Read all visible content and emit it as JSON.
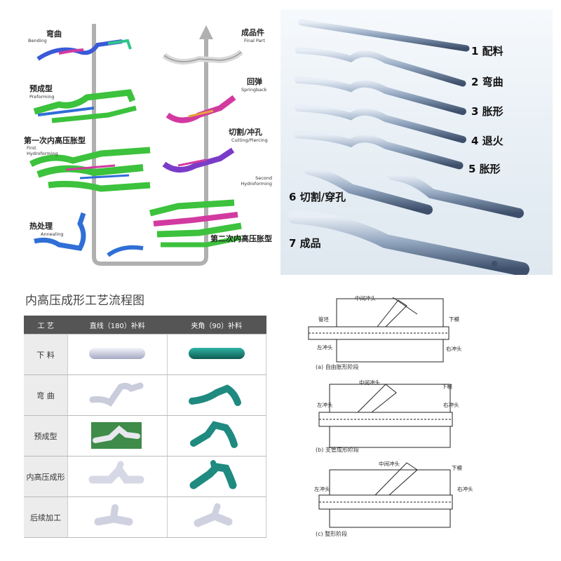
{
  "top_left": {
    "left_steps": [
      {
        "zh": "弯曲",
        "en": "Bending"
      },
      {
        "zh": "预成型",
        "en": "Preforming"
      },
      {
        "zh": "第一次内高压胀型",
        "en": "First Hydroforming"
      },
      {
        "zh": "热处理",
        "en": "Annealing"
      }
    ],
    "right_steps": [
      {
        "zh": "成品件",
        "en": "Final Part"
      },
      {
        "zh": "回弹",
        "en": "Springback"
      },
      {
        "zh": "切割/冲孔",
        "en": "Cutting/Piercing"
      },
      {
        "zh": "",
        "en": "Second Hydroforming"
      },
      {
        "zh": "第二次内高压胀型",
        "en": ""
      }
    ]
  },
  "top_right": {
    "steps": [
      "1 配料",
      "2 弯曲",
      "3 胀形",
      "4 退火",
      "5 胀形",
      "6 切割/穿孔",
      "7 成品"
    ]
  },
  "bottom_left": {
    "title": "内高压成形工艺流程图",
    "headers": [
      "工 艺",
      "直线（180）补料",
      "夹角（90）补料"
    ],
    "rows": [
      "下 料",
      "弯 曲",
      "预成型",
      "内高压成形",
      "后续加工"
    ]
  },
  "bottom_right": {
    "stages": [
      {
        "caption": "(a) 自由胀形阶段",
        "labels": [
          "中间冲头",
          "管坯",
          "下模",
          "左冲头",
          "右冲头"
        ]
      },
      {
        "caption": "(b) 支管成形阶段",
        "labels": [
          "中间冲头",
          "下模",
          "左冲头",
          "右冲头"
        ]
      },
      {
        "caption": "(c) 整形阶段",
        "labels": [
          "中间冲头",
          "下模",
          "左冲头",
          "右冲头"
        ]
      }
    ]
  },
  "colors": {
    "green": "#3cc23c",
    "blue": "#2f6fd6",
    "magenta": "#d23aa0",
    "teal": "#1f8a80",
    "silver": "#c9ccdb"
  }
}
